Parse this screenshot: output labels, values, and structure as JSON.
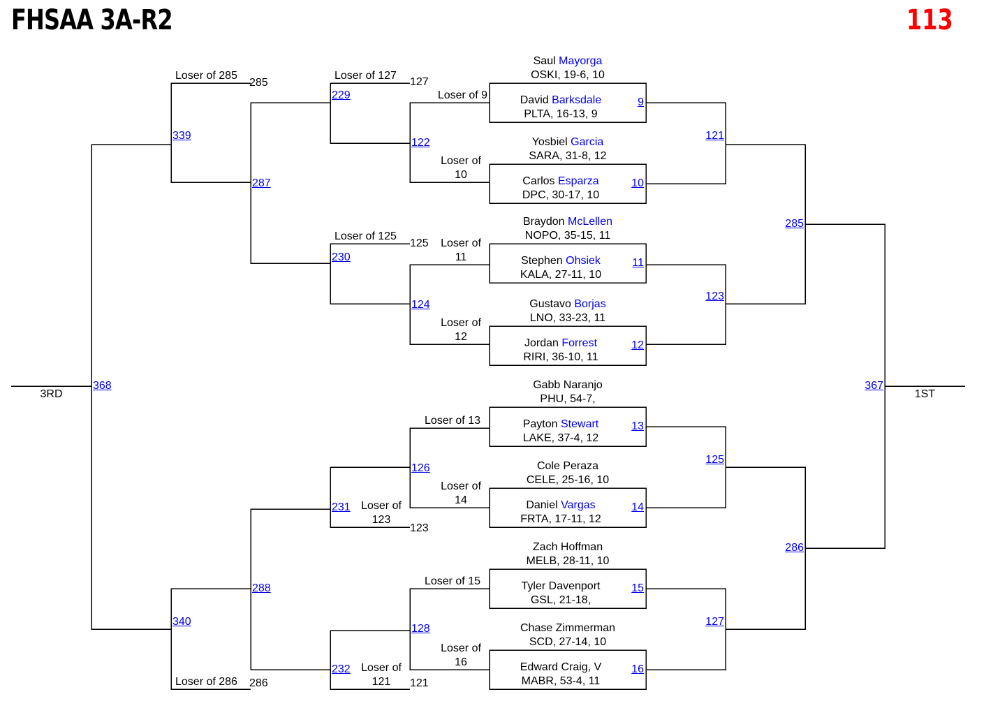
{
  "header": {
    "title": "FHSAA 3A-R2",
    "weight": "113"
  },
  "wrestlers": [
    {
      "first": "Saul",
      "last": "Mayorga",
      "info": "OSKI, 19-6, 10"
    },
    {
      "first": "David",
      "last": "Barksdale",
      "info": "PLTA, 16-13, 9"
    },
    {
      "first": "Yosbiel",
      "last": "Garcia",
      "info": "SARA, 31-8, 12"
    },
    {
      "first": "Carlos",
      "last": "Esparza",
      "info": "DPC, 30-17, 10"
    },
    {
      "first": "Braydon",
      "last": "McLellen",
      "info": "NOPO, 35-15, 11"
    },
    {
      "first": "Stephen",
      "last": "Ohsiek",
      "info": "KALA, 27-11, 10"
    },
    {
      "first": "Gustavo",
      "last": "Borjas",
      "info": "LNO, 33-23, 11"
    },
    {
      "first": "Jordan",
      "last": "Forrest",
      "info": "RIRI, 36-10, 11"
    },
    {
      "first": "Gabb Naranjo",
      "last": "",
      "info": "PHU, 54-7,"
    },
    {
      "first": "Payton",
      "last": "Stewart",
      "info": "LAKE, 37-4, 12"
    },
    {
      "first": "Cole Peraza",
      "last": "",
      "info": "CELE, 25-16, 10"
    },
    {
      "first": "Daniel",
      "last": "Vargas",
      "info": "FRTA, 17-11, 12"
    },
    {
      "first": "Zach Hoffman",
      "last": "",
      "info": "MELB, 28-11, 10"
    },
    {
      "first": "Tyler Davenport",
      "last": "",
      "info": "GSL, 21-18,"
    },
    {
      "first": "Chase Zimmerman",
      "last": "",
      "info": "SCD, 27-14, 10"
    },
    {
      "first": "Edward Craig, V",
      "last": "",
      "info": "MABR, 53-4, 11"
    }
  ],
  "bouts": {
    "b9": "9",
    "b10": "10",
    "b11": "11",
    "b12": "12",
    "b13": "13",
    "b14": "14",
    "b15": "15",
    "b16": "16",
    "b121": "121",
    "b123": "123",
    "b125": "125",
    "b127": "127",
    "b285": "285",
    "b286": "286",
    "b367": "367",
    "b122": "122",
    "b124": "124",
    "b126": "126",
    "b128": "128",
    "b229": "229",
    "b230": "230",
    "b231": "231",
    "b232": "232",
    "b287": "287",
    "b288": "288",
    "b339": "339",
    "b340": "340",
    "b368": "368"
  },
  "labels": {
    "loser_of_9": "Loser of 9",
    "loser_of_13": "Loser of 13",
    "loser_of_15": "Loser of 15",
    "loser_of": "Loser of",
    "n10": "10",
    "n11": "11",
    "n12": "12",
    "n14": "14",
    "n16": "16",
    "loser_of_127": "Loser of 127",
    "n127": "127",
    "loser_of_125": "Loser of 125",
    "n125": "125",
    "n123": "123",
    "n121": "121",
    "loser_of_285": "Loser of 285",
    "n285": "285",
    "loser_of_286": "Loser of 286",
    "n286": "286",
    "third": "3RD",
    "first_place": "1ST"
  }
}
